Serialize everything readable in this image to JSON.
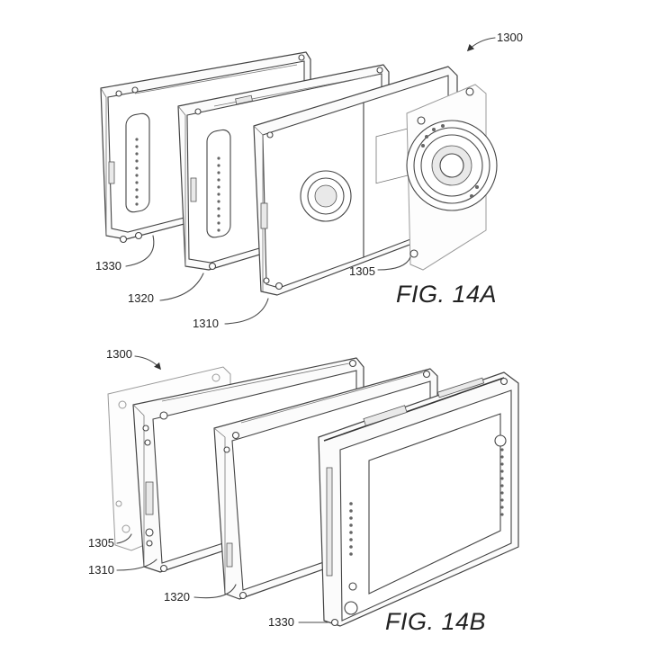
{
  "figures": [
    {
      "caption": "FIG. 14A",
      "labels": {
        "assembly": "1300",
        "module_a": "1330",
        "module_b": "1320",
        "module_c": "1310",
        "camera_module": "1305"
      }
    },
    {
      "caption": "FIG. 14B",
      "labels": {
        "assembly": "1300",
        "module_a": "1305",
        "module_b": "1310",
        "module_c": "1320",
        "phone_module": "1330"
      }
    }
  ]
}
